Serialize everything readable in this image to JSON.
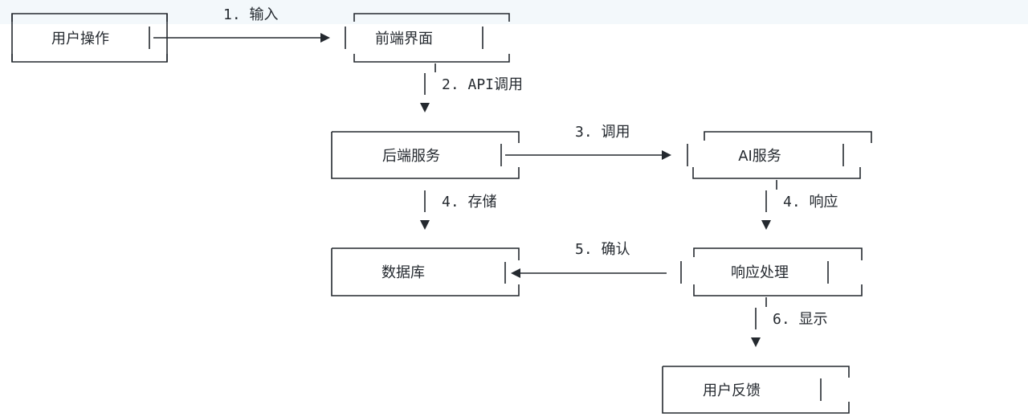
{
  "nodes": {
    "user_action": "用户操作",
    "frontend": "前端界面",
    "backend": "后端服务",
    "ai_service": "AI服务",
    "database": "数据库",
    "response_processing": "响应处理",
    "user_feedback": "用户反馈"
  },
  "edges": {
    "input": "1. 输入",
    "api_call": "2. API调用",
    "call": "3. 调用",
    "store": "4. 存储",
    "respond": "4. 响应",
    "confirm": "5. 确认",
    "display": "6. 显示"
  }
}
